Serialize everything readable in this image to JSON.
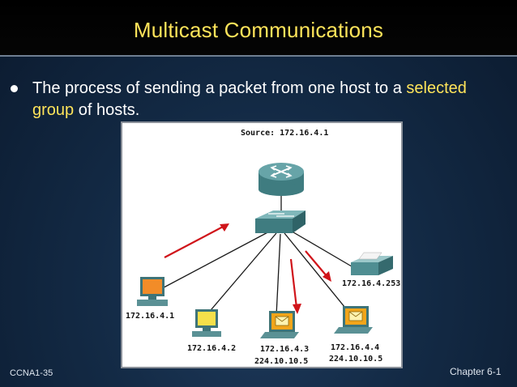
{
  "slide": {
    "title": "Multicast Communications",
    "bullet": {
      "part1": "The process of sending a packet from one host to a ",
      "highlight1": "selected",
      "part2": " ",
      "highlight2": "group",
      "part3": " of hosts."
    },
    "footer_left": "CCNA1-35",
    "footer_right": "Chapter 6-1"
  },
  "diagram": {
    "source_label": "Source: 172.16.4.1",
    "hosts": [
      {
        "label": "172.16.4.1",
        "type": "pc",
        "screen": "orange"
      },
      {
        "label": "172.16.4.2",
        "type": "pc",
        "screen": "yellow"
      },
      {
        "label": "172.16.4.3",
        "group": "224.10.10.5",
        "type": "laptop",
        "icon": "envelope"
      },
      {
        "label": "172.16.4.4",
        "group": "224.10.10.5",
        "type": "laptop",
        "icon": "envelope"
      },
      {
        "label": "172.16.4.253",
        "type": "printer"
      }
    ],
    "colors": {
      "arrow": "#d0141a",
      "link": "#1a1a1a",
      "device": "#4f8e92"
    }
  }
}
